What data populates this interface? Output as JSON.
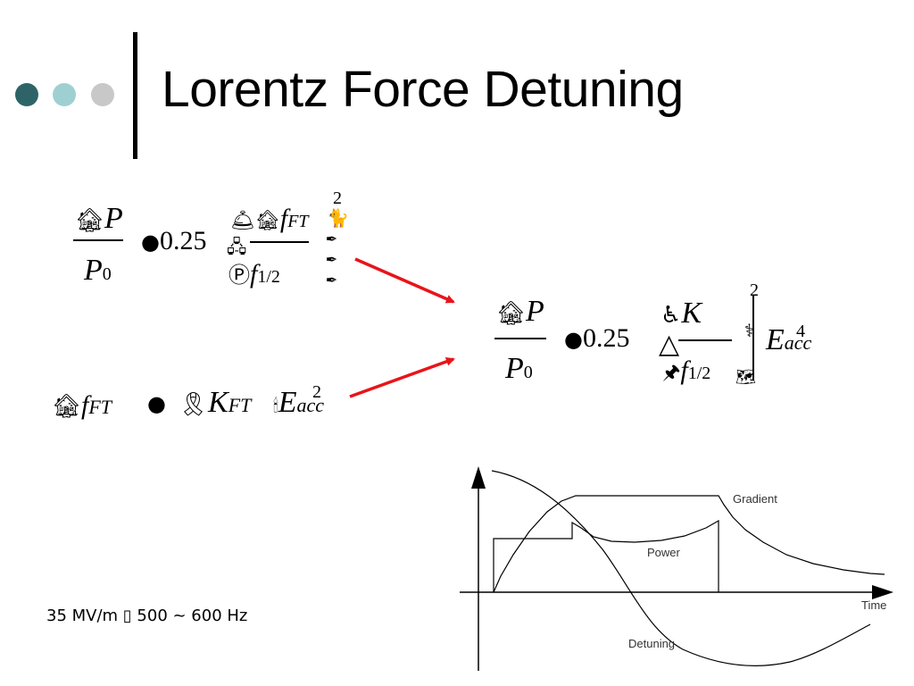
{
  "slide": {
    "title": "Lorentz Force Detuning"
  },
  "equation_1": {
    "lhs_num_glyph": "🏚",
    "lhs_num_var": "P",
    "lhs_den_var": "P",
    "lhs_den_sub": "0",
    "op_glyph": "●",
    "coef": "0.25",
    "rhs_num_glyph": "🛎🏚",
    "rhs_num_var": "f",
    "rhs_num_sub": "FT",
    "rhs_side_glyph": "🖧",
    "rhs_den_glyph": "Ⓟ",
    "rhs_den_var": "f",
    "rhs_den_sub": "1/2",
    "exponent": "2",
    "bracket_top_glyph": "🐈",
    "bracket_glyphs": "✒✒✒"
  },
  "equation_2": {
    "lhs_glyph": "🏚",
    "lhs_var": "f",
    "lhs_sub": "FT",
    "op_glyph": "●",
    "k_glyph": "🎗",
    "k_var": "K",
    "k_sub": "FT",
    "e_glyph": "🕯",
    "e_var": "E",
    "e_sub": "acc",
    "e_exp": "2"
  },
  "equation_3": {
    "lhs_num_glyph": "🏚",
    "lhs_num_var": "P",
    "lhs_den_var": "P",
    "lhs_den_sub": "0",
    "op_glyph": "●",
    "coef": "0.25",
    "num_glyph": "♿",
    "num_var": "K",
    "den_glyph_top": "△",
    "den_glyph": "🖈",
    "den_var": "f",
    "den_sub": "1/2",
    "bracket_glyph": "⚕",
    "bracket_bottom_glyph": "🗺",
    "exponent": "2",
    "e_var": "E",
    "e_sub": "acc",
    "e_exp": "4"
  },
  "note": {
    "text": "35 MV/m ▯ 500 ~ 600 Hz"
  },
  "diagram": {
    "labels": {
      "gradient": "Gradient",
      "power": "Power",
      "time": "Time",
      "detuning": "Detuning"
    },
    "arrow_color": "#e8141a"
  }
}
